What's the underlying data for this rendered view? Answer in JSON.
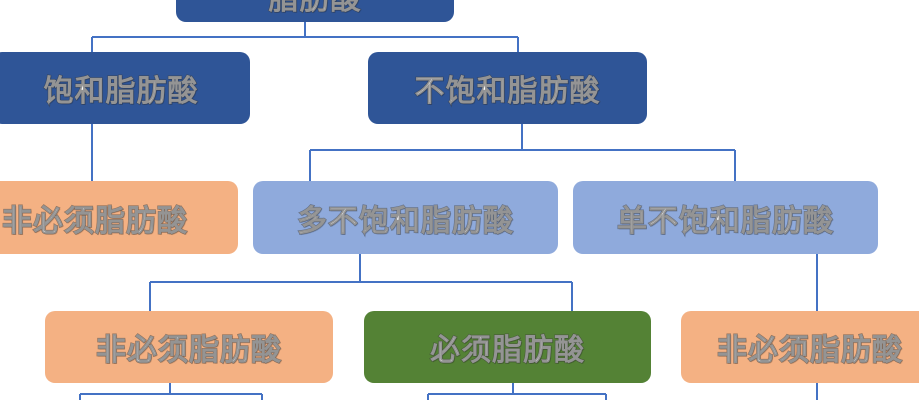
{
  "colors": {
    "dark_blue": "#2f5597",
    "light_blue": "#8faadc",
    "orange": "#f4b183",
    "green": "#548235",
    "connector": "#4472c4"
  },
  "nodes": {
    "root": "脂肪酸",
    "saturated": "饱和脂肪酸",
    "unsaturated": "不饱和脂肪酸",
    "saturated_nonessential": "非必须脂肪酸",
    "polyunsaturated": "多不饱和脂肪酸",
    "monounsaturated": "单不饱和脂肪酸",
    "poly_nonessential": "非必须脂肪酸",
    "poly_essential": "必须脂肪酸",
    "mono_nonessential": "非必须脂肪酸"
  }
}
